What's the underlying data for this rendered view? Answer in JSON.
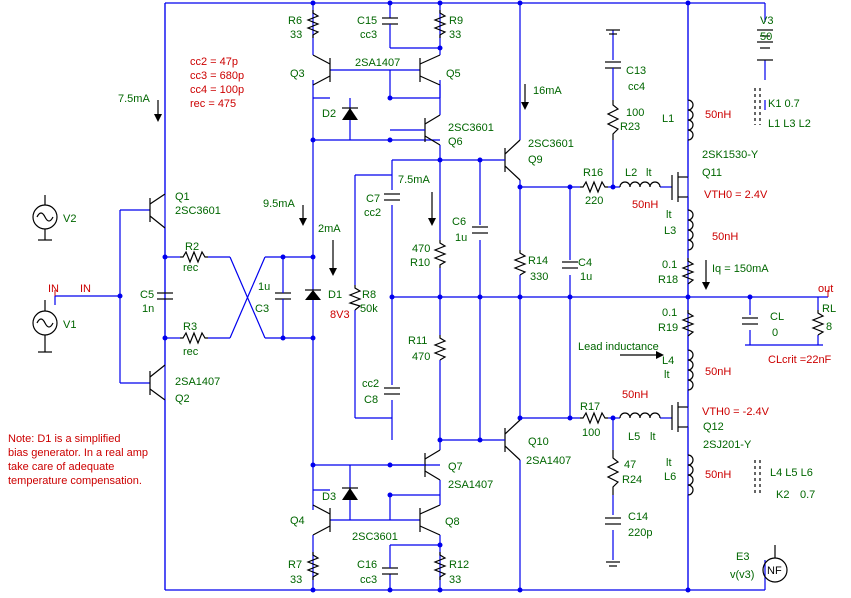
{
  "params": {
    "cc2": "cc2 = 47p",
    "cc3": "cc3 = 680p",
    "cc4": "cc4 = 100p",
    "rec": "rec = 475"
  },
  "note": [
    "Note: D1 is a simplified",
    "bias generator. In a real amp",
    "take care of adequate",
    "temperature compensation."
  ],
  "currents": {
    "i_q1": "7.5mA",
    "i_q4": "9.5mA",
    "i_d1": "2mA",
    "i_c7": "7.5mA",
    "i_q9": "16mA",
    "iq": "Iq = 150mA"
  },
  "components": {
    "R6": [
      "R6",
      "33"
    ],
    "C15": [
      "C15",
      "cc3"
    ],
    "R9": [
      "R9",
      "33"
    ],
    "Q3": [
      "Q3",
      "2SA1407"
    ],
    "Q5": "Q5",
    "D2": "D2",
    "Q6": [
      "Q6",
      "2SC3601"
    ],
    "Q1": [
      "Q1",
      "2SC3601"
    ],
    "Q2": [
      "Q2",
      "2SA1407"
    ],
    "V2": "V2",
    "V1": "V1",
    "R2": [
      "R2",
      "rec"
    ],
    "R3": [
      "R3",
      "rec"
    ],
    "C5": [
      "C5",
      "1n"
    ],
    "C3": [
      "1u",
      "C3"
    ],
    "D1": [
      "D1",
      "8V3"
    ],
    "R8": [
      "R8",
      "50k"
    ],
    "C7": [
      "C7",
      "cc2"
    ],
    "C8": [
      "cc2",
      "C8"
    ],
    "R10": [
      "470",
      "R10"
    ],
    "R11": [
      "R11",
      "470"
    ],
    "C6": [
      "C6",
      "1u"
    ],
    "Q9": [
      "2SC3601",
      "Q9"
    ],
    "R14": [
      "R14",
      "330"
    ],
    "C4": [
      "C4",
      "1u"
    ],
    "R16": [
      "R16",
      "220"
    ],
    "R17": [
      "R17",
      "100"
    ],
    "C13": [
      "C13",
      "cc4"
    ],
    "R23": [
      "100",
      "R23"
    ],
    "L2": [
      "L2",
      "lt",
      "50nH"
    ],
    "L5": [
      "50nH",
      "L5",
      "lt"
    ],
    "L1": [
      "L1",
      "50nH"
    ],
    "Q11": [
      "2SK1530-Y",
      "Q11",
      "VTH0 = 2.4V"
    ],
    "L3": [
      "lt",
      "L3",
      "50nH"
    ],
    "R18": [
      "0.1",
      "R18"
    ],
    "R19": [
      "0.1",
      "R19"
    ],
    "L4": [
      "L4",
      "lt",
      "50nH"
    ],
    "Q12": [
      "VTH0 = -2.4V",
      "Q12",
      "2SJ201-Y"
    ],
    "L6": [
      "lt",
      "L6",
      "50nH"
    ],
    "V3": [
      "V3",
      "50"
    ],
    "K1": [
      "K1  0.7",
      "L1  L3  L2"
    ],
    "K2": [
      "L4  L5  L6",
      "K2",
      "0.7"
    ],
    "CL": [
      "CL",
      "0"
    ],
    "RL": [
      "RL",
      "8"
    ],
    "CLcrit": "CLcrit =22nF",
    "Q7": [
      "Q7",
      "2SA1407"
    ],
    "Q8": "Q8",
    "D3": "D3",
    "Q4": "Q4",
    "Q10": [
      "Q10",
      "2SA1407"
    ],
    "R7": [
      "R7",
      "33"
    ],
    "C16": [
      "C16",
      "cc3"
    ],
    "R12": [
      "R12",
      "33"
    ],
    "Q8type": "2SC3601",
    "R24": [
      "47",
      "R24"
    ],
    "C14": [
      "C14",
      "220p"
    ],
    "E3": [
      "E3",
      "v(v3)",
      "NF"
    ]
  },
  "nets": {
    "in_label": "IN",
    "in_port": "IN",
    "out_port": "out",
    "lead": "Lead inductance"
  },
  "colors": {
    "wire": "#0000ee",
    "label": "#006600",
    "value": "#cc0000",
    "part": "#000000"
  }
}
